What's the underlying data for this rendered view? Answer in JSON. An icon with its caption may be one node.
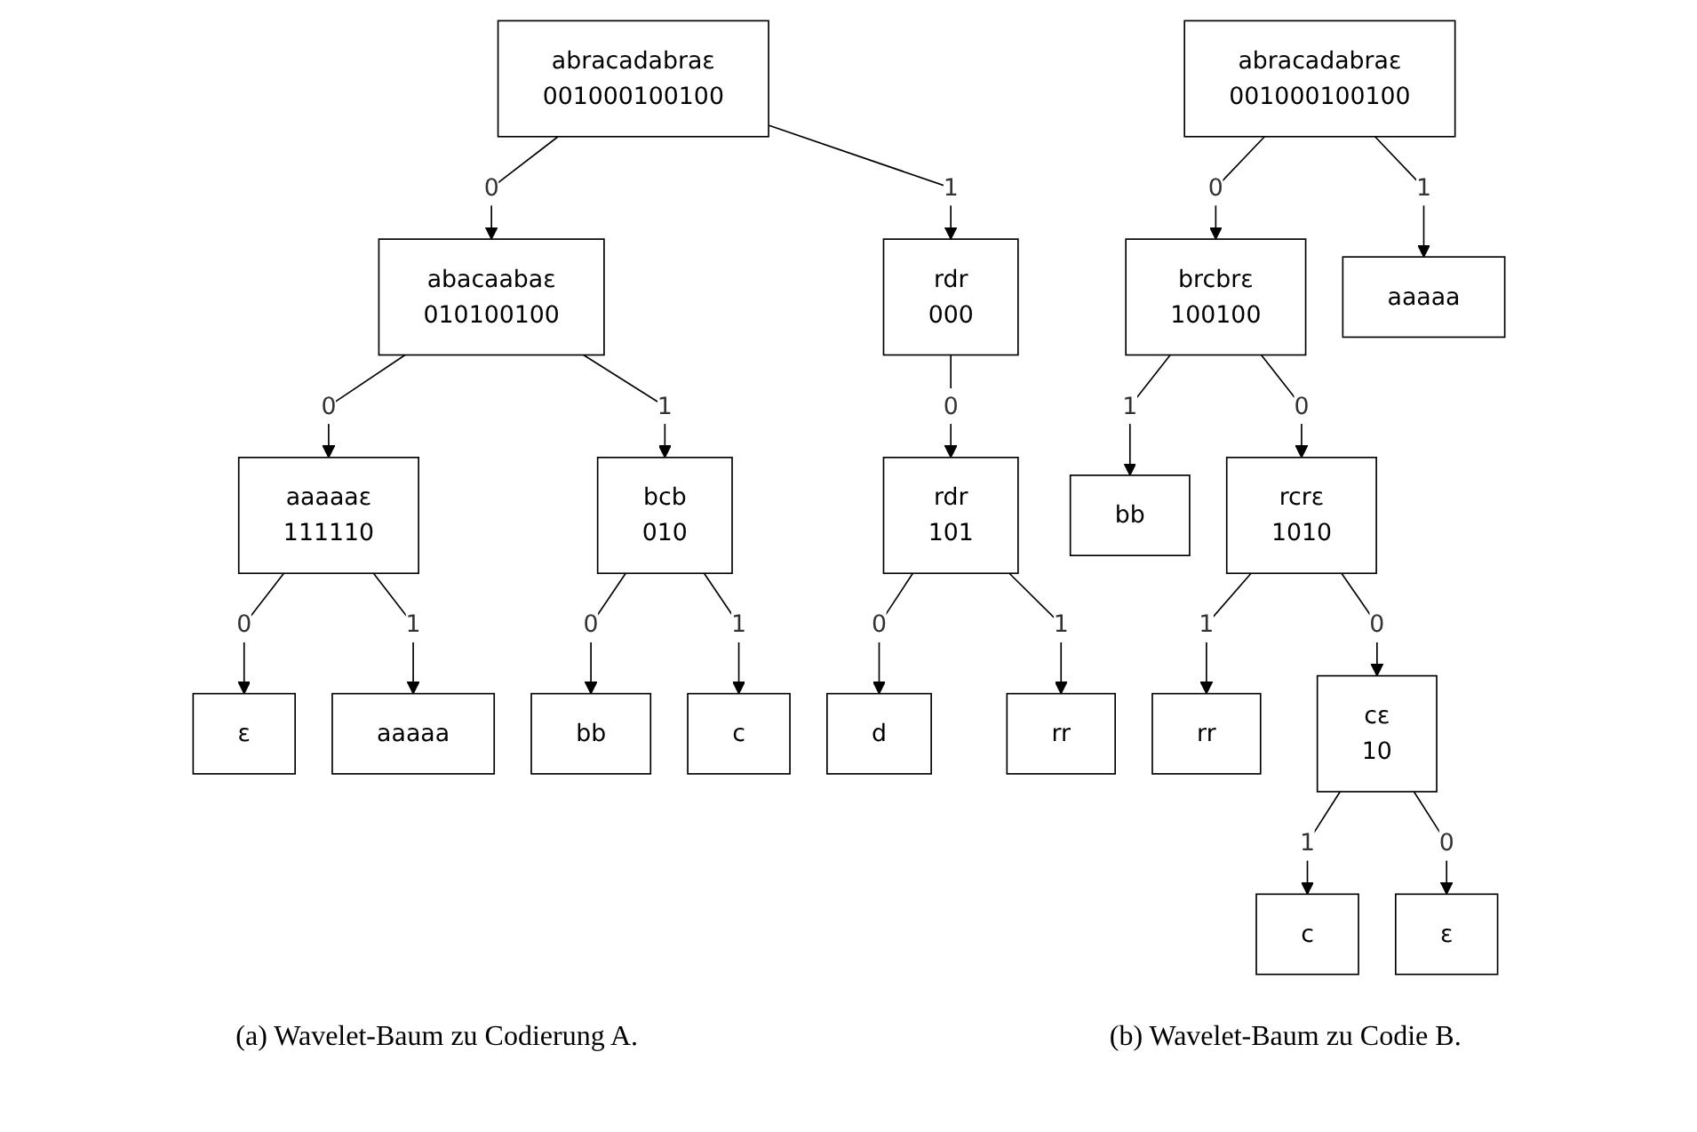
{
  "diagram": {
    "nodes": [
      {
        "text": [
          "abracadabraε",
          "001000100100"
        ]
      },
      {
        "text": [
          "abacaabaε",
          "010100100"
        ]
      },
      {
        "text": [
          "rdr",
          "000"
        ]
      },
      {
        "text": [
          "aaaaaε",
          "111110"
        ]
      },
      {
        "text": [
          "bcb",
          "010"
        ]
      },
      {
        "text": [
          "rdr",
          "101"
        ]
      },
      {
        "text": [
          "ε"
        ]
      },
      {
        "text": [
          "aaaaa"
        ]
      },
      {
        "text": [
          "bb"
        ]
      },
      {
        "text": [
          "c"
        ]
      },
      {
        "text": [
          "d"
        ]
      },
      {
        "text": [
          "rr"
        ]
      },
      {
        "text": [
          "abracadabraε",
          "001000100100"
        ]
      },
      {
        "text": [
          "brcbrε",
          "100100"
        ]
      },
      {
        "text": [
          "aaaaa"
        ]
      },
      {
        "text": [
          "bb"
        ]
      },
      {
        "text": [
          "rcrε",
          "1010"
        ]
      },
      {
        "text": [
          "rr"
        ]
      },
      {
        "text": [
          "cε",
          "10"
        ]
      },
      {
        "text": [
          "c"
        ]
      },
      {
        "text": [
          "ε"
        ]
      }
    ],
    "edges": [
      {
        "from": 0,
        "to": 1,
        "arrow": "to",
        "label": "0"
      },
      {
        "from": 0,
        "to": 2,
        "arrow": "to",
        "label": "1"
      },
      {
        "from": 1,
        "to": 3,
        "arrow": "to",
        "label": "0"
      },
      {
        "from": 1,
        "to": 4,
        "arrow": "to",
        "label": "1"
      },
      {
        "from": 2,
        "to": 5,
        "arrow": "to",
        "label": "0"
      },
      {
        "from": 3,
        "to": 6,
        "arrow": "to",
        "label": "0"
      },
      {
        "from": 3,
        "to": 7,
        "arrow": "to",
        "label": "1"
      },
      {
        "from": 4,
        "to": 8,
        "arrow": "to",
        "label": "0"
      },
      {
        "from": 4,
        "to": 9,
        "arrow": "to",
        "label": "1"
      },
      {
        "from": 5,
        "to": 10,
        "arrow": "to",
        "label": "0"
      },
      {
        "from": 5,
        "to": 11,
        "arrow": "to",
        "label": "1"
      },
      {
        "from": 12,
        "to": 13,
        "arrow": "to",
        "label": "0"
      },
      {
        "from": 12,
        "to": 14,
        "arrow": "to",
        "label": "1"
      },
      {
        "from": 13,
        "to": 15,
        "arrow": "to",
        "label": "1"
      },
      {
        "from": 13,
        "to": 16,
        "arrow": "to",
        "label": "0"
      },
      {
        "from": 16,
        "to": 17,
        "arrow": "to",
        "label": "1"
      },
      {
        "from": 16,
        "to": 18,
        "arrow": "to",
        "label": "0"
      },
      {
        "from": 18,
        "to": 19,
        "arrow": "to",
        "label": "1"
      },
      {
        "from": 18,
        "to": 20,
        "arrow": "to",
        "label": "0"
      }
    ],
    "labels": [
      "(a) Wavelet-Baum zu Codierung A.",
      "(b) Wavelet-Baum zu Codie B."
    ]
  }
}
